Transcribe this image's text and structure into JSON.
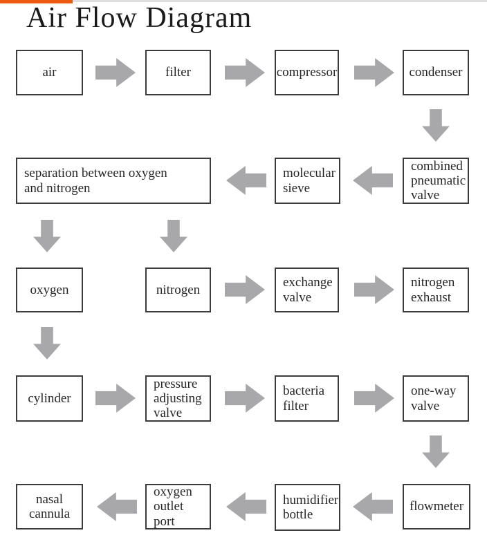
{
  "title": "Air Flow Diagram",
  "colors": {
    "accent_bar": "#ed5a0f",
    "top_strip": "#dedede",
    "arrow": "#a8a8ab",
    "node_border": "#3b3b3b",
    "text": "#262626",
    "background": "#ffffff"
  },
  "nodes": [
    {
      "id": "air",
      "label": "air"
    },
    {
      "id": "filter",
      "label": "filter"
    },
    {
      "id": "compressor",
      "label": "compressor"
    },
    {
      "id": "condenser",
      "label": "condenser"
    },
    {
      "id": "combined-pneumatic-valve",
      "label": "combined pneumatic valve"
    },
    {
      "id": "molecular-sieve",
      "label": "molecular sieve"
    },
    {
      "id": "separation",
      "label": "separation between oxygen and nitrogen"
    },
    {
      "id": "oxygen",
      "label": "oxygen"
    },
    {
      "id": "nitrogen",
      "label": "nitrogen"
    },
    {
      "id": "exchange-valve",
      "label": "exchange valve"
    },
    {
      "id": "nitrogen-exhaust",
      "label": "nitrogen exhaust"
    },
    {
      "id": "cylinder",
      "label": "cylinder"
    },
    {
      "id": "pressure-adjusting-valve",
      "label": "pressure adjusting valve"
    },
    {
      "id": "bacteria-filter",
      "label": "bacteria filter"
    },
    {
      "id": "one-way-valve",
      "label": "one-way valve"
    },
    {
      "id": "flowmeter",
      "label": "flowmeter"
    },
    {
      "id": "humidifier-bottle",
      "label": "humidifier bottle"
    },
    {
      "id": "oxygen-outlet-port",
      "label": "oxygen outlet port"
    },
    {
      "id": "nasal-cannula",
      "label": "nasal cannula"
    }
  ],
  "flow": [
    {
      "from": "air",
      "to": "filter",
      "direction": "right"
    },
    {
      "from": "filter",
      "to": "compressor",
      "direction": "right"
    },
    {
      "from": "compressor",
      "to": "condenser",
      "direction": "right"
    },
    {
      "from": "condenser",
      "to": "combined-pneumatic-valve",
      "direction": "down"
    },
    {
      "from": "combined-pneumatic-valve",
      "to": "molecular-sieve",
      "direction": "left"
    },
    {
      "from": "molecular-sieve",
      "to": "separation",
      "direction": "left"
    },
    {
      "from": "separation",
      "to": "oxygen",
      "direction": "down"
    },
    {
      "from": "separation",
      "to": "nitrogen",
      "direction": "down"
    },
    {
      "from": "nitrogen",
      "to": "exchange-valve",
      "direction": "right"
    },
    {
      "from": "exchange-valve",
      "to": "nitrogen-exhaust",
      "direction": "right"
    },
    {
      "from": "oxygen",
      "to": "cylinder",
      "direction": "down"
    },
    {
      "from": "cylinder",
      "to": "pressure-adjusting-valve",
      "direction": "right"
    },
    {
      "from": "pressure-adjusting-valve",
      "to": "bacteria-filter",
      "direction": "right"
    },
    {
      "from": "bacteria-filter",
      "to": "one-way-valve",
      "direction": "right"
    },
    {
      "from": "one-way-valve",
      "to": "flowmeter",
      "direction": "down"
    },
    {
      "from": "flowmeter",
      "to": "humidifier-bottle",
      "direction": "left"
    },
    {
      "from": "humidifier-bottle",
      "to": "oxygen-outlet-port",
      "direction": "left"
    },
    {
      "from": "oxygen-outlet-port",
      "to": "nasal-cannula",
      "direction": "left"
    }
  ]
}
